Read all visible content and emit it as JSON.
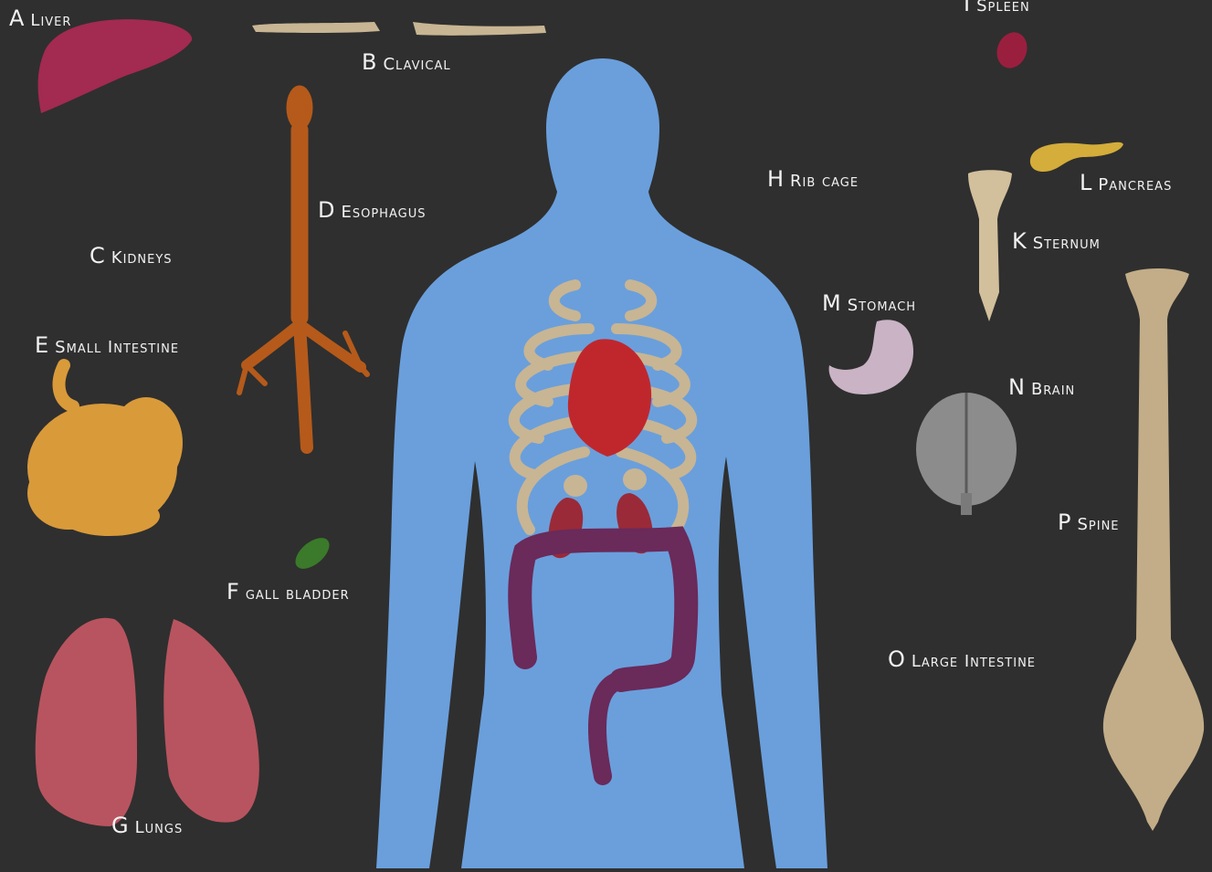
{
  "game": {
    "labels": [
      {
        "id": "liver",
        "letter": "A",
        "name": "Liver"
      },
      {
        "id": "clavical",
        "letter": "B",
        "name": "Clavical"
      },
      {
        "id": "kidneys",
        "letter": "C",
        "name": "Kidneys"
      },
      {
        "id": "esophagus",
        "letter": "D",
        "name": "Esophagus"
      },
      {
        "id": "small-intestine",
        "letter": "E",
        "name": "Small Intestine"
      },
      {
        "id": "gall-bladder",
        "letter": "F",
        "name": "gall bladder"
      },
      {
        "id": "lungs",
        "letter": "G",
        "name": "Lungs"
      },
      {
        "id": "rib-cage",
        "letter": "H",
        "name": "Rib cage"
      },
      {
        "id": "spleen",
        "letter": "I",
        "name": "Spleen"
      },
      {
        "id": "sternum",
        "letter": "K",
        "name": "Sternum"
      },
      {
        "id": "pancreas",
        "letter": "L",
        "name": "Pancreas"
      },
      {
        "id": "stomach",
        "letter": "M",
        "name": "Stomach"
      },
      {
        "id": "brain",
        "letter": "N",
        "name": "Brain"
      },
      {
        "id": "large-intestine",
        "letter": "O",
        "name": "Large Intestine"
      },
      {
        "id": "spine",
        "letter": "P",
        "name": "Spine"
      }
    ]
  },
  "colors": {
    "background": "#2f2f2f",
    "body": "#6a9fdc",
    "bone": "#c8b593",
    "liver": "#a32a50",
    "lungs": "#b8545f",
    "intestine_small": "#d99a3a",
    "intestine_large": "#6a2a5a",
    "esophagus": "#b55a1a",
    "heart": "#c0272d",
    "kidney": "#9a2a38",
    "brain": "#8c8c8c",
    "stomach": "#c9b3c4",
    "pancreas": "#d4ad3a",
    "spleen": "#9a1f3f",
    "gall_bladder": "#3a7a2a"
  }
}
